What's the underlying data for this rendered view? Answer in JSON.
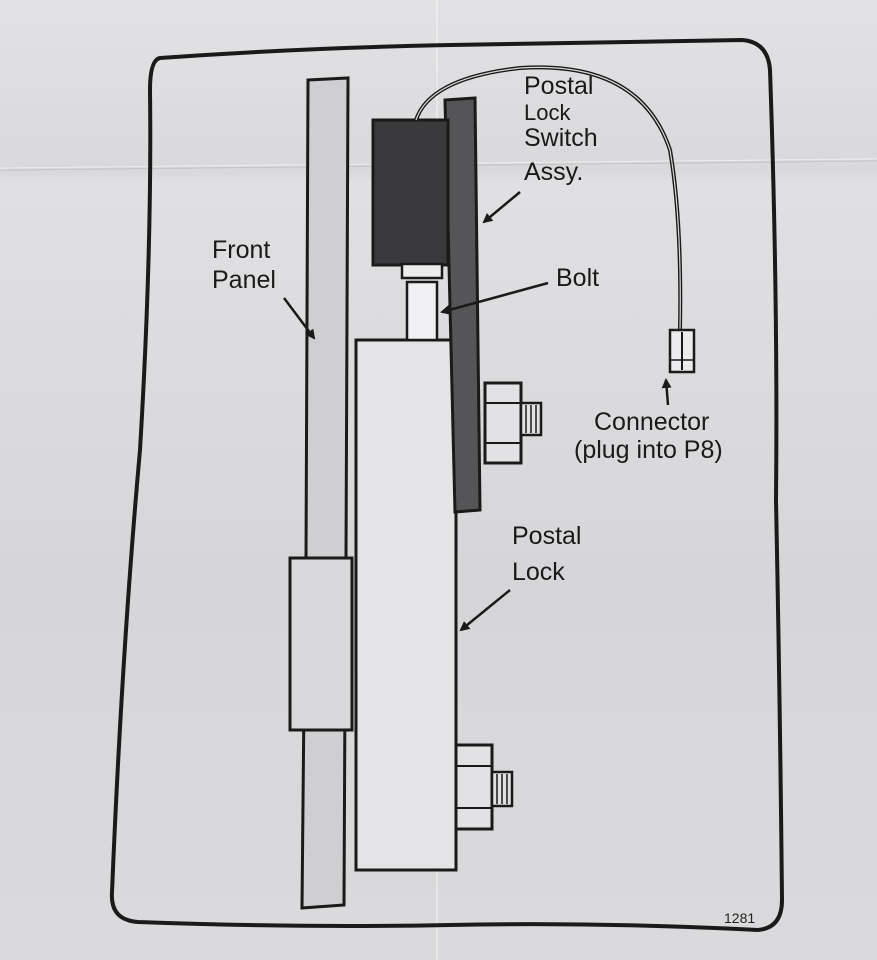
{
  "labels": {
    "postal_lock_switch_assy": [
      "Postal",
      "Lock",
      "Switch",
      "Assy."
    ],
    "front_panel": [
      "Front",
      "Panel"
    ],
    "bolt": "Bolt",
    "connector": [
      "Connector",
      "(plug into P8)"
    ],
    "postal_lock": [
      "Postal",
      "Lock"
    ]
  },
  "figure_number": "1281",
  "colors": {
    "paper": "#dcdcde",
    "outline": "#1a1a1a",
    "switch_body": "#3c3c3e",
    "switch_plate": "#5a5a5c",
    "front_panel_fill": "#d2d2d4",
    "lock_fill": "#e6e6e8"
  }
}
